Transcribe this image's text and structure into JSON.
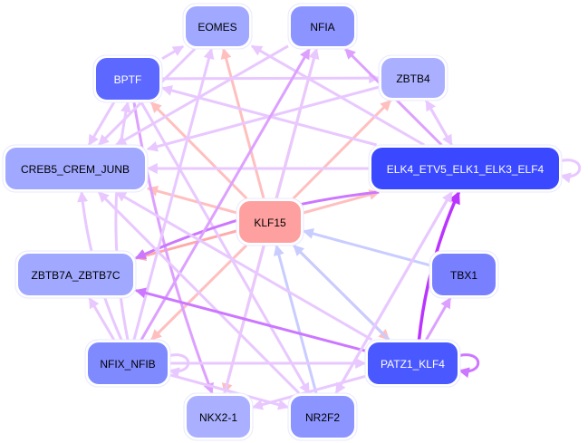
{
  "title": "Transcription factor regulatory network",
  "colors": {
    "edge_pink": "#ffbfbf",
    "edge_pink_strong": "#ffaaaa",
    "edge_lavender": "#e8c8ff",
    "edge_lavender_mid": "#dda0ff",
    "edge_purple": "#cc77ff",
    "edge_purple_strong": "#bb33ff",
    "edge_blue": "#c8ccff",
    "node_border": "#e8e8ff"
  },
  "nodes": [
    {
      "id": "EOMES",
      "label": "EOMES",
      "fill": "#a0a8ff",
      "text": "#000000"
    },
    {
      "id": "NFIA",
      "label": "NFIA",
      "fill": "#8c94ff",
      "text": "#000000"
    },
    {
      "id": "BPTF",
      "label": "BPTF",
      "fill": "#5c68ff",
      "text": "#ffffff"
    },
    {
      "id": "ZBTB4",
      "label": "ZBTB4",
      "fill": "#aab0ff",
      "text": "#000000"
    },
    {
      "id": "CREB5_CREM_JUNB",
      "label": "CREB5_CREM_JUNB",
      "fill": "#a0a8ff",
      "text": "#000000"
    },
    {
      "id": "ELK4_ETV5_ELK1_ELK3_ELF4",
      "label": "ELK4_ETV5_ELK1_ELK3_ELF4",
      "fill": "#3a48ff",
      "text": "#ffffff"
    },
    {
      "id": "KLF15",
      "label": "KLF15",
      "fill": "#ffa0a0",
      "text": "#000000"
    },
    {
      "id": "ZBTB7A_ZBTB7C",
      "label": "ZBTB7A_ZBTB7C",
      "fill": "#a0a8ff",
      "text": "#000000"
    },
    {
      "id": "TBX1",
      "label": "TBX1",
      "fill": "#7880ff",
      "text": "#000000"
    },
    {
      "id": "NFIX_NFIB",
      "label": "NFIX_NFIB",
      "fill": "#808aff",
      "text": "#000000"
    },
    {
      "id": "PATZ1_KLF4",
      "label": "PATZ1_KLF4",
      "fill": "#4a58ff",
      "text": "#ffffff"
    },
    {
      "id": "NKX2-1",
      "label": "NKX2-1",
      "fill": "#aab0ff",
      "text": "#000000"
    },
    {
      "id": "NR2F2",
      "label": "NR2F2",
      "fill": "#8c94ff",
      "text": "#000000"
    }
  ],
  "edges": [
    {
      "from": "KLF15",
      "to": "EOMES",
      "color": "edge_pink"
    },
    {
      "from": "KLF15",
      "to": "NFIA",
      "color": "edge_pink"
    },
    {
      "from": "KLF15",
      "to": "BPTF",
      "color": "edge_pink"
    },
    {
      "from": "KLF15",
      "to": "ZBTB4",
      "color": "edge_pink"
    },
    {
      "from": "KLF15",
      "to": "CREB5_CREM_JUNB",
      "color": "edge_pink"
    },
    {
      "from": "KLF15",
      "to": "ELK4_ETV5_ELK1_ELK3_ELF4",
      "color": "edge_pink"
    },
    {
      "from": "KLF15",
      "to": "ZBTB7A_ZBTB7C",
      "color": "edge_pink_strong"
    },
    {
      "from": "KLF15",
      "to": "NFIX_NFIB",
      "color": "edge_pink"
    },
    {
      "from": "KLF15",
      "to": "NKX2-1",
      "color": "edge_pink"
    },
    {
      "from": "KLF15",
      "to": "PATZ1_KLF4",
      "color": "edge_pink"
    },
    {
      "from": "TBX1",
      "to": "KLF15",
      "color": "edge_blue"
    },
    {
      "from": "NR2F2",
      "to": "KLF15",
      "color": "edge_blue"
    },
    {
      "from": "PATZ1_KLF4",
      "to": "KLF15",
      "color": "edge_blue"
    },
    {
      "from": "BPTF",
      "to": "EOMES",
      "color": "edge_lavender"
    },
    {
      "from": "BPTF",
      "to": "ZBTB4",
      "color": "edge_lavender"
    },
    {
      "from": "BPTF",
      "to": "CREB5_CREM_JUNB",
      "color": "edge_lavender"
    },
    {
      "from": "BPTF",
      "to": "NKX2-1",
      "color": "edge_lavender_mid",
      "curve": 0.05
    },
    {
      "from": "BPTF",
      "to": "NR2F2",
      "color": "edge_lavender"
    },
    {
      "from": "ELK4_ETV5_ELK1_ELK3_ELF4",
      "to": "BPTF",
      "color": "edge_lavender"
    },
    {
      "from": "ELK4_ETV5_ELK1_ELK3_ELF4",
      "to": "EOMES",
      "color": "edge_lavender"
    },
    {
      "from": "ELK4_ETV5_ELK1_ELK3_ELF4",
      "to": "NFIA",
      "color": "edge_lavender_mid"
    },
    {
      "from": "ELK4_ETV5_ELK1_ELK3_ELF4",
      "to": "ZBTB4",
      "color": "edge_lavender"
    },
    {
      "from": "ZBTB4",
      "to": "ELK4_ETV5_ELK1_ELK3_ELF4",
      "color": "edge_lavender"
    },
    {
      "from": "ELK4_ETV5_ELK1_ELK3_ELF4",
      "to": "CREB5_CREM_JUNB",
      "color": "edge_lavender"
    },
    {
      "from": "ELK4_ETV5_ELK1_ELK3_ELF4",
      "to": "ZBTB7A_ZBTB7C",
      "color": "edge_purple",
      "curve": 0.08
    },
    {
      "from": "ELK4_ETV5_ELK1_ELK3_ELF4",
      "to": "ELK4_ETV5_ELK1_ELK3_ELF4",
      "color": "edge_lavender",
      "self": true
    },
    {
      "from": "ZBTB4",
      "to": "CREB5_CREM_JUNB",
      "color": "edge_lavender"
    },
    {
      "from": "NFIA",
      "to": "CREB5_CREM_JUNB",
      "color": "edge_lavender"
    },
    {
      "from": "EOMES",
      "to": "CREB5_CREM_JUNB",
      "color": "edge_lavender"
    },
    {
      "from": "NFIX_NFIB",
      "to": "EOMES",
      "color": "edge_lavender"
    },
    {
      "from": "NFIX_NFIB",
      "to": "NFIA",
      "color": "edge_lavender_mid"
    },
    {
      "from": "NFIX_NFIB",
      "to": "CREB5_CREM_JUNB",
      "color": "edge_lavender",
      "curve": -0.08
    },
    {
      "from": "NFIX_NFIB",
      "to": "ZBTB7A_ZBTB7C",
      "color": "edge_lavender"
    },
    {
      "from": "NFIX_NFIB",
      "to": "BPTF",
      "color": "edge_lavender",
      "curve": -0.1
    },
    {
      "from": "NFIX_NFIB",
      "to": "NR2F2",
      "color": "edge_lavender"
    },
    {
      "from": "NFIX_NFIB",
      "to": "PATZ1_KLF4",
      "color": "edge_lavender"
    },
    {
      "from": "NFIX_NFIB",
      "to": "NFIX_NFIB",
      "color": "edge_lavender",
      "self": true
    },
    {
      "from": "NKX2-1",
      "to": "NFIA",
      "color": "edge_lavender"
    },
    {
      "from": "NR2F2",
      "to": "CREB5_CREM_JUNB",
      "color": "edge_lavender"
    },
    {
      "from": "PATZ1_KLF4",
      "to": "NKX2-1",
      "color": "edge_lavender"
    },
    {
      "from": "PATZ1_KLF4",
      "to": "CREB5_CREM_JUNB",
      "color": "edge_lavender"
    },
    {
      "from": "PATZ1_KLF4",
      "to": "ZBTB7A_ZBTB7C",
      "color": "edge_purple"
    },
    {
      "from": "PATZ1_KLF4",
      "to": "TBX1",
      "color": "edge_lavender_mid"
    },
    {
      "from": "PATZ1_KLF4",
      "to": "ELK4_ETV5_ELK1_ELK3_ELF4",
      "color": "edge_purple_strong",
      "curve": -0.08
    },
    {
      "from": "PATZ1_KLF4",
      "to": "PATZ1_KLF4",
      "color": "edge_purple",
      "self": true
    },
    {
      "from": "NR2F2",
      "to": "ELK4_ETV5_ELK1_ELK3_ELF4",
      "color": "edge_lavender"
    },
    {
      "from": "ELK4_ETV5_ELK1_ELK3_ELF4",
      "to": "NR2F2",
      "color": "edge_lavender"
    }
  ]
}
